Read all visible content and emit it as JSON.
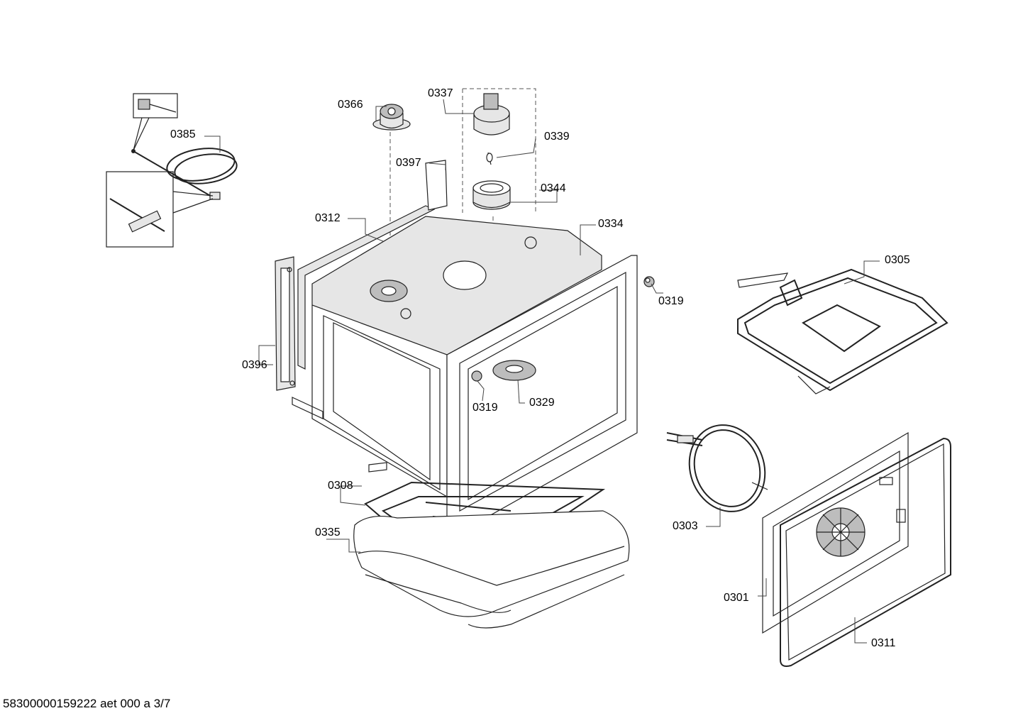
{
  "labels": {
    "p0337": "0337",
    "p0366": "0366",
    "p0339": "0339",
    "p0385": "0385",
    "p0397": "0397",
    "p0344": "0344",
    "p0312": "0312",
    "p0334": "0334",
    "p0305": "0305",
    "p0319a": "0319",
    "p0396": "0396",
    "p0319b": "0319",
    "p0329": "0329",
    "p0308": "0308",
    "p0303": "0303",
    "p0335": "0335",
    "p0301": "0301",
    "p0311": "0311"
  },
  "footer": "58300000159222 aet 000 a 3/7"
}
